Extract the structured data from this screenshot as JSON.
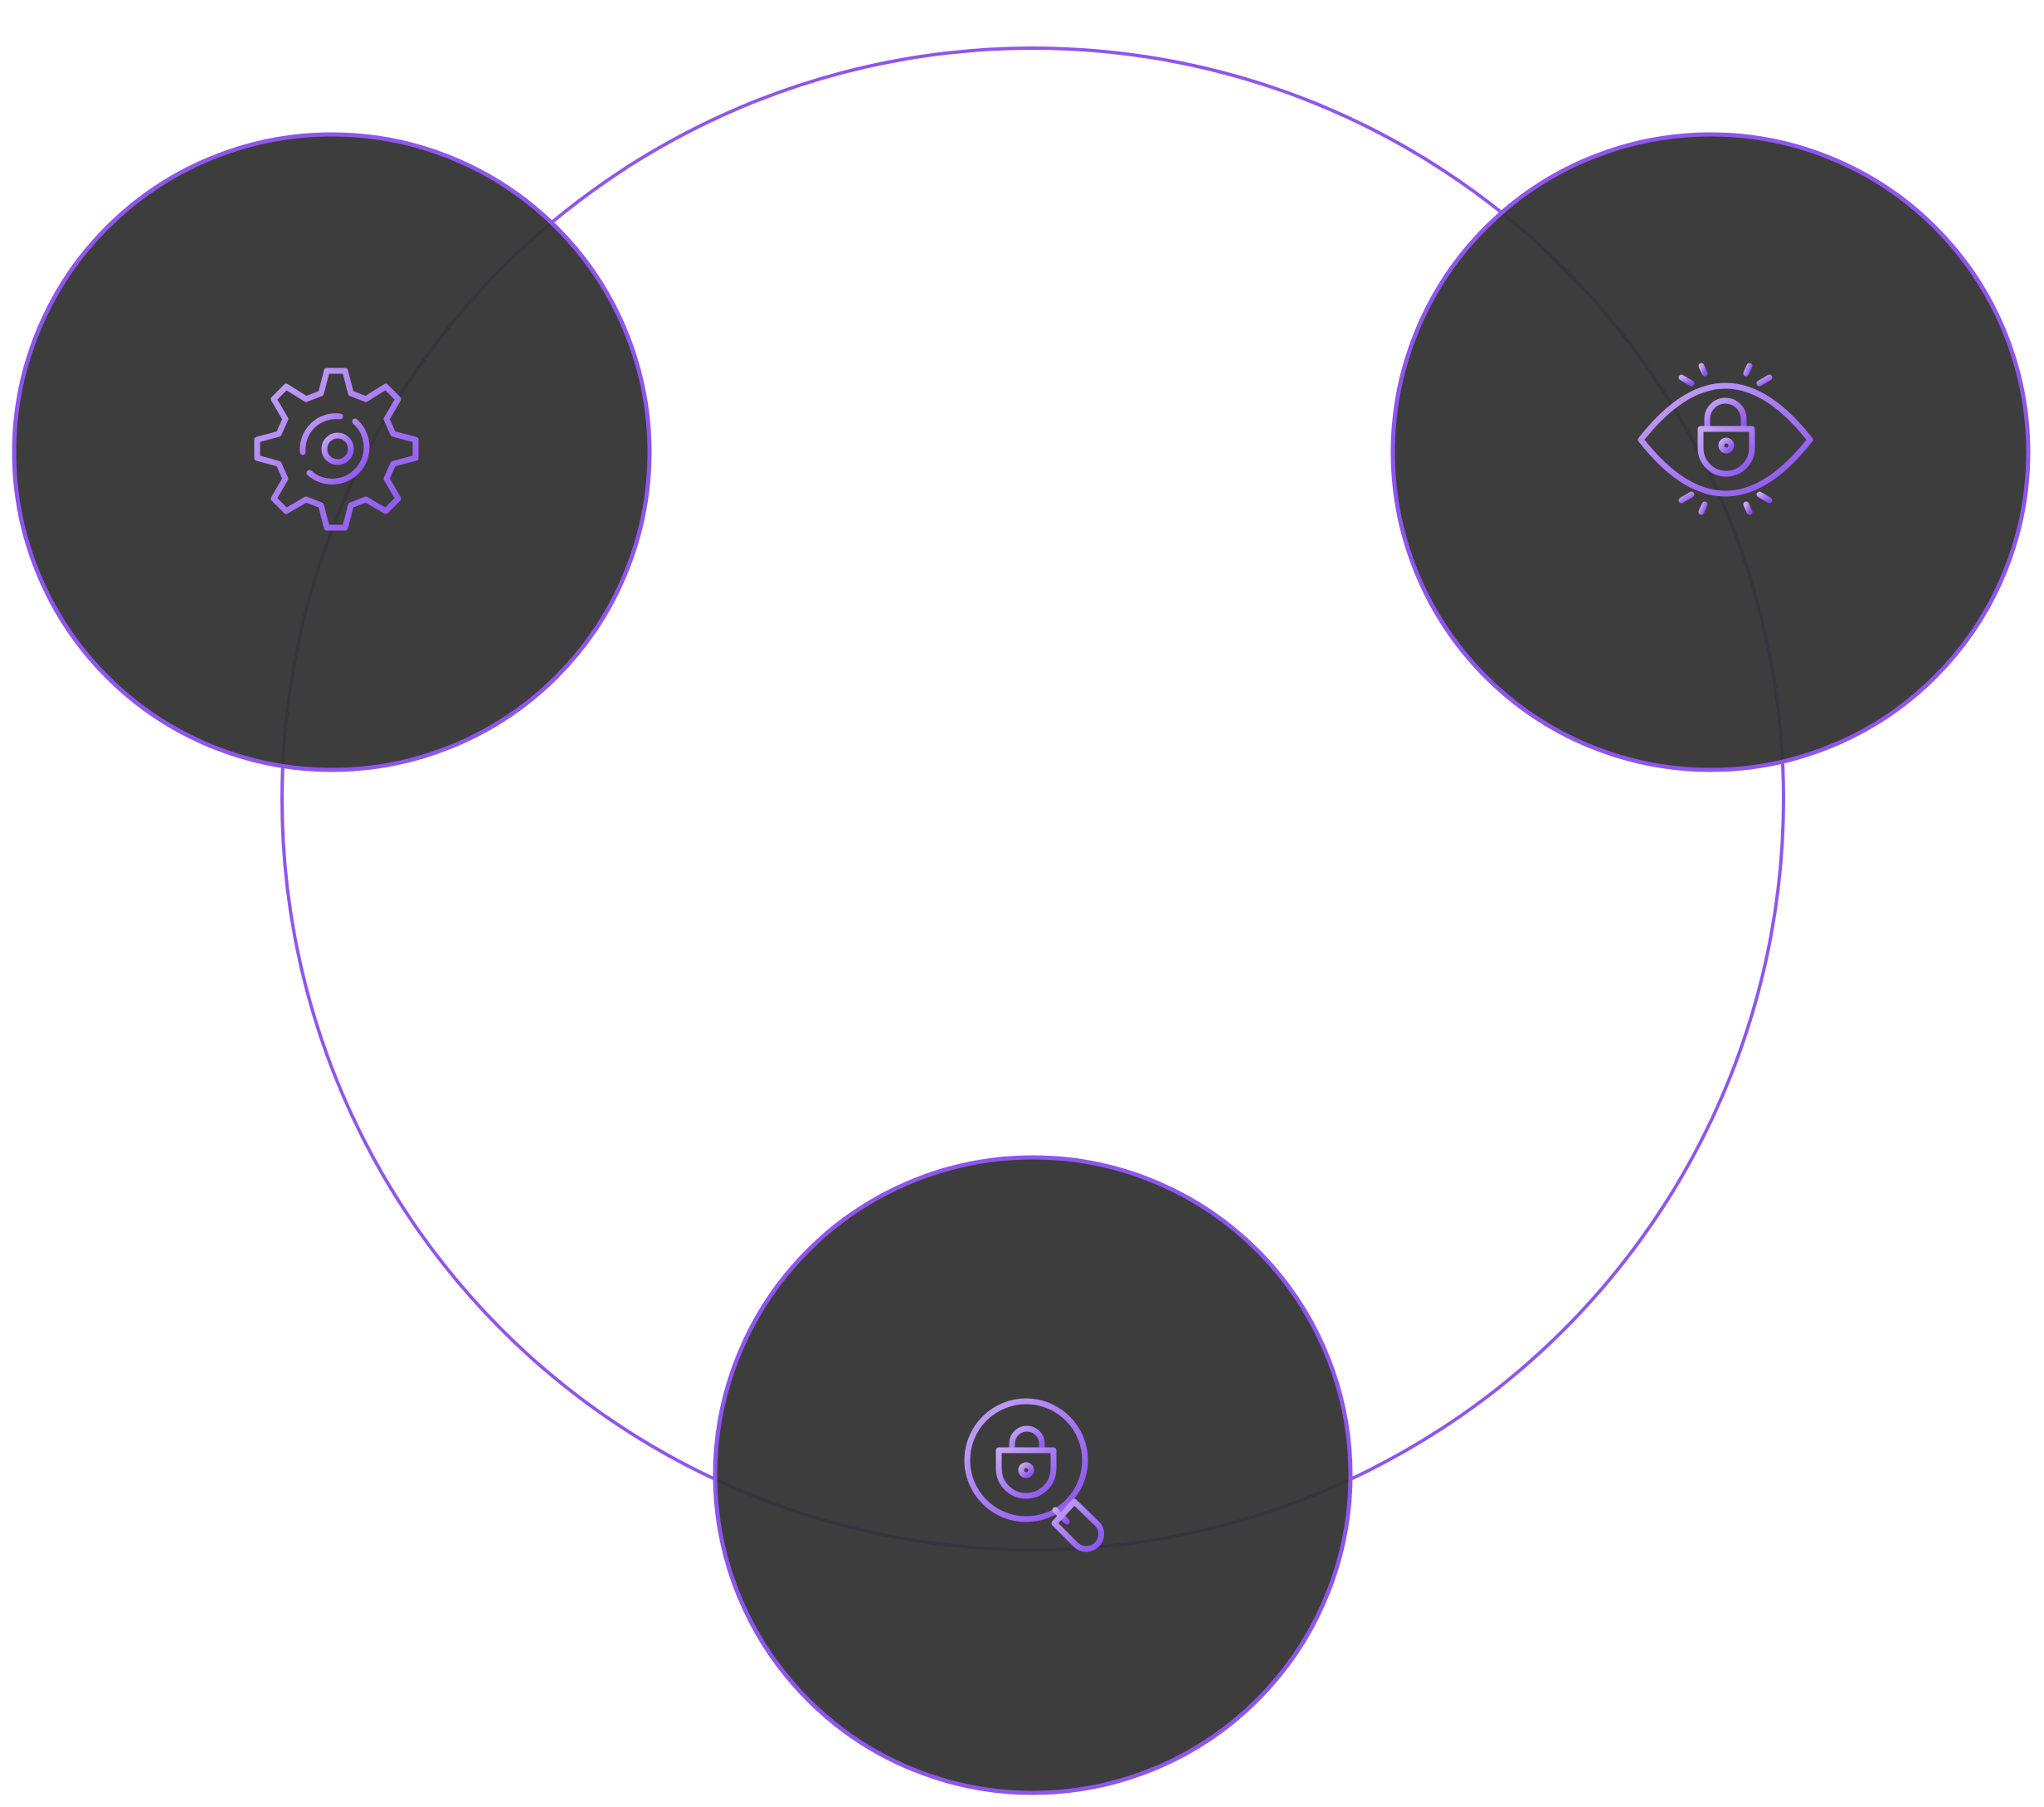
{
  "diagram": {
    "colors": {
      "background": "#ffffff",
      "ring": "#8f55ec",
      "node_fill": "#333333",
      "node_border": "#8f55ec",
      "icon_gradient_start": "#c6a6f7",
      "icon_gradient_end": "#8a4ff0"
    },
    "nodes": [
      {
        "id": "settings",
        "icon": "gear-icon"
      },
      {
        "id": "visibility",
        "icon": "eye-lock-icon"
      },
      {
        "id": "inspection",
        "icon": "magnifier-lock-icon"
      }
    ]
  }
}
